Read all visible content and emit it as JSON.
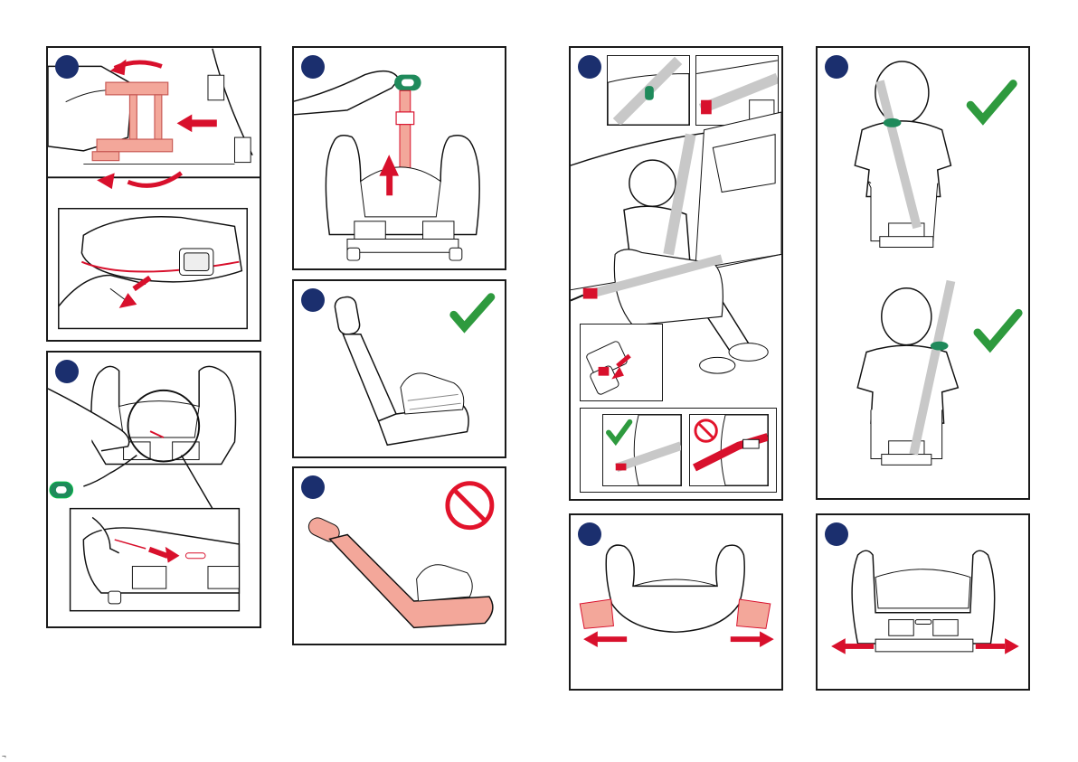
{
  "document": {
    "type": "installation-instructions",
    "steps": [
      {
        "panel": "remove-backrest",
        "icons": [
          "rotate-arrow-icon",
          "push-arrow-icon"
        ]
      },
      {
        "panel": "attach-shoulder-guide",
        "icons": [
          "shoulder-belt-clip-icon"
        ]
      },
      {
        "panel": "pull-strap-up",
        "icons": [
          "up-arrow-icon"
        ]
      },
      {
        "panel": "vehicle-seat-correct",
        "icons": [
          "check-mark-icon"
        ]
      },
      {
        "panel": "vehicle-seat-incorrect",
        "icons": [
          "prohibited-icon"
        ]
      },
      {
        "panel": "child-seated-belt",
        "icons": [
          "check-mark-icon",
          "prohibited-icon"
        ]
      },
      {
        "panel": "belt-position-correct",
        "icons": [
          "check-mark-icon",
          "check-mark-icon"
        ]
      },
      {
        "panel": "extend-armrests-front",
        "icons": [
          "left-arrow-icon",
          "right-arrow-icon"
        ]
      },
      {
        "panel": "extend-armrests-rear",
        "icons": [
          "left-arrow-icon",
          "right-arrow-icon"
        ]
      }
    ],
    "colors": {
      "badge": "#1b2f6e",
      "check": "#2e9a3e",
      "prohibited": "#e2132b",
      "arrow": "#d8102c",
      "highlight": "#f3a79a",
      "clip": "#1f8a5b",
      "belt": "#c8c8c8"
    },
    "page_corner_mark": "¬"
  }
}
